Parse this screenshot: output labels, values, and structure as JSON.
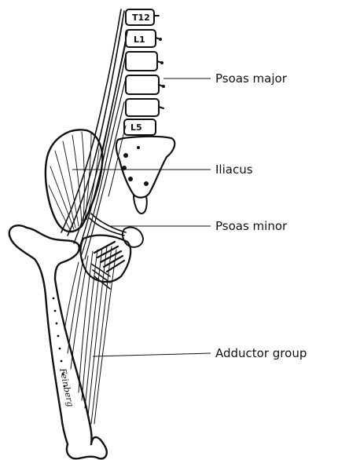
{
  "vertebrae": {
    "top": "T12",
    "first_lumbar": "L1",
    "last_lumbar": "L5"
  },
  "labels": {
    "psoas_major": "Psoas major",
    "iliacus": "Iliacus",
    "psoas_minor": "Psoas minor",
    "adductor_group": "Adductor group"
  },
  "signature": "Feinberg"
}
